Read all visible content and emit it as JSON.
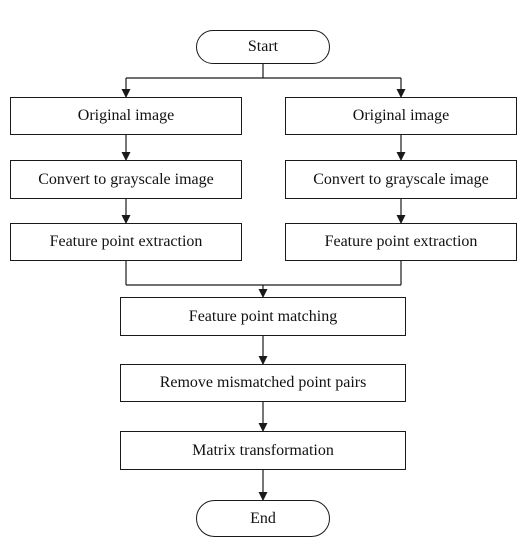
{
  "diagram": {
    "start": "Start",
    "end": "End",
    "left_branch": {
      "original_image": "Original image",
      "grayscale": "Convert to grayscale image",
      "feature_extraction": "Feature point extraction"
    },
    "right_branch": {
      "original_image": "Original image",
      "grayscale": "Convert to grayscale image",
      "feature_extraction": "Feature point extraction"
    },
    "matching": "Feature point matching",
    "remove_mismatched": "Remove mismatched point pairs",
    "matrix_transformation": "Matrix transformation"
  }
}
